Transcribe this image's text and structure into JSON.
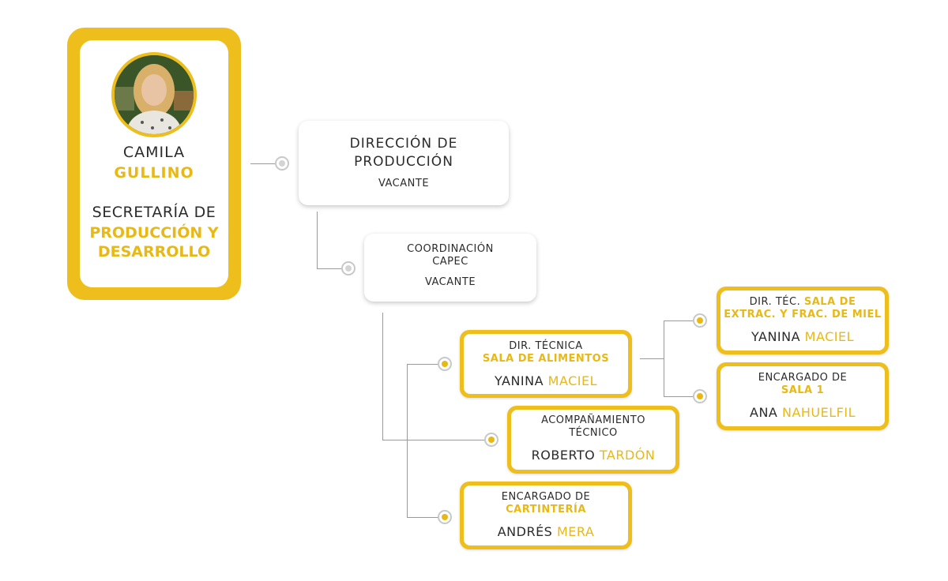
{
  "head": {
    "first_name": "CAMILA",
    "last_name": "GULLINO",
    "role_line1": "SECRETARÍA DE",
    "role_line2a": "PRODUCCIÓN Y",
    "role_line2b": "DESARROLLO"
  },
  "nodes": {
    "direccion": {
      "line1": "DIRECCIÓN DE",
      "line2": "PRODUCCIÓN",
      "person": "VACANTE"
    },
    "coordinacion": {
      "line1": "COORDINACIÓN",
      "line2": "CAPEC",
      "person": "VACANTE"
    },
    "sala_alimentos": {
      "title": "DIR. TÉCNICA",
      "title_highlight": "SALA DE ALIMENTOS",
      "first": "YANINA",
      "last": "MACIEL"
    },
    "acompanamiento": {
      "line1": "ACOMPAÑAMIENTO",
      "line2": "TÉCNICO",
      "first": "ROBERTO",
      "last": "TARDÓN"
    },
    "cartinteria": {
      "title": "ENCARGADO DE",
      "title_highlight": "CARTINTERÍA",
      "first": "ANDRÉS",
      "last": "MERA"
    },
    "sala_miel": {
      "title": "DIR. TÉC.",
      "title_highlight_a": "SALA DE",
      "title_highlight_b": "EXTRAC. Y FRAC. DE MIEL",
      "first": "YANINA",
      "last": "MACIEL"
    },
    "sala1": {
      "title": "ENCARGADO DE",
      "title_highlight": "SALA 1",
      "first": "ANA",
      "last": "NAHUELFIL"
    }
  },
  "colors": {
    "accent": "#eebf1c",
    "line": "#9a9a9a",
    "text": "#2b2b2b"
  }
}
